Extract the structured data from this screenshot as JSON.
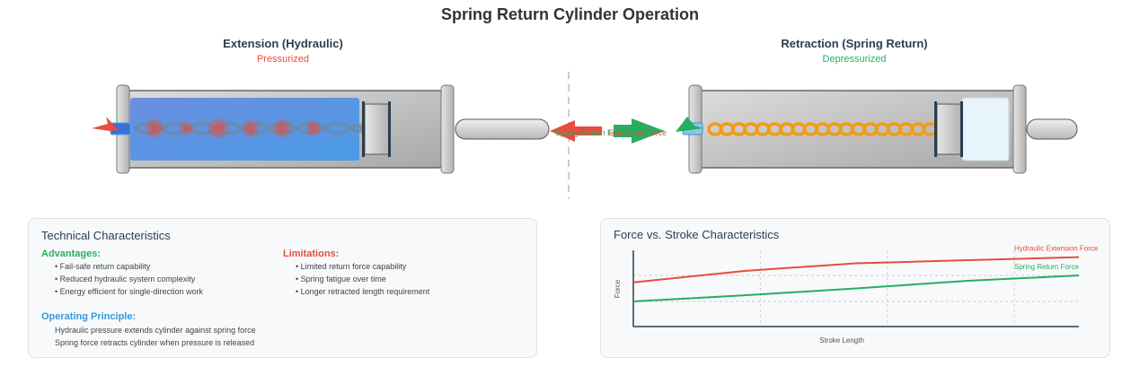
{
  "title": "Spring Return Cylinder Operation",
  "extension": {
    "heading": "Extension (Hydraulic)",
    "state": "Pressurized",
    "state_color": "#e74c3c",
    "fluid_color": "#4a90e2"
  },
  "retraction": {
    "heading": "Retraction (Spring Return)",
    "state": "Depressurized",
    "state_color": "#27ae60",
    "spring_color": "#f39c12"
  },
  "force_labels": {
    "spring_return": "Spring Return Force",
    "extension": "Extension Force"
  },
  "technical": {
    "title": "Technical Characteristics",
    "advantages": {
      "heading": "Advantages:",
      "color": "#27ae60",
      "items": [
        "• Fail-safe return capability",
        "• Reduced hydraulic system complexity",
        "• Energy efficient for single-direction work"
      ]
    },
    "limitations": {
      "heading": "Limitations:",
      "color": "#e74c3c",
      "items": [
        "• Limited return force capability",
        "• Spring fatigue over time",
        "• Longer retracted length requirement"
      ]
    },
    "principle": {
      "heading": "Operating Principle:",
      "color": "#3498db",
      "items": [
        "Hydraulic pressure extends cylinder against spring force",
        "Spring force retracts cylinder when pressure is released"
      ]
    }
  },
  "chart_data": {
    "type": "line",
    "title": "Force vs. Stroke Characteristics",
    "xlabel": "Stroke Length",
    "ylabel": "Force",
    "x": [
      0,
      0.25,
      0.5,
      0.75,
      1.0
    ],
    "xlim": [
      0,
      1
    ],
    "ylim": [
      0,
      1
    ],
    "grid": true,
    "legend": "top-right (inline labels)",
    "series": [
      {
        "name": "Hydraulic Extension Force",
        "color": "#e74c3c",
        "values": [
          0.58,
          0.73,
          0.83,
          0.87,
          0.91
        ]
      },
      {
        "name": "Spring Return Force",
        "color": "#27ae60",
        "values": [
          0.33,
          0.41,
          0.5,
          0.6,
          0.67
        ]
      }
    ]
  }
}
